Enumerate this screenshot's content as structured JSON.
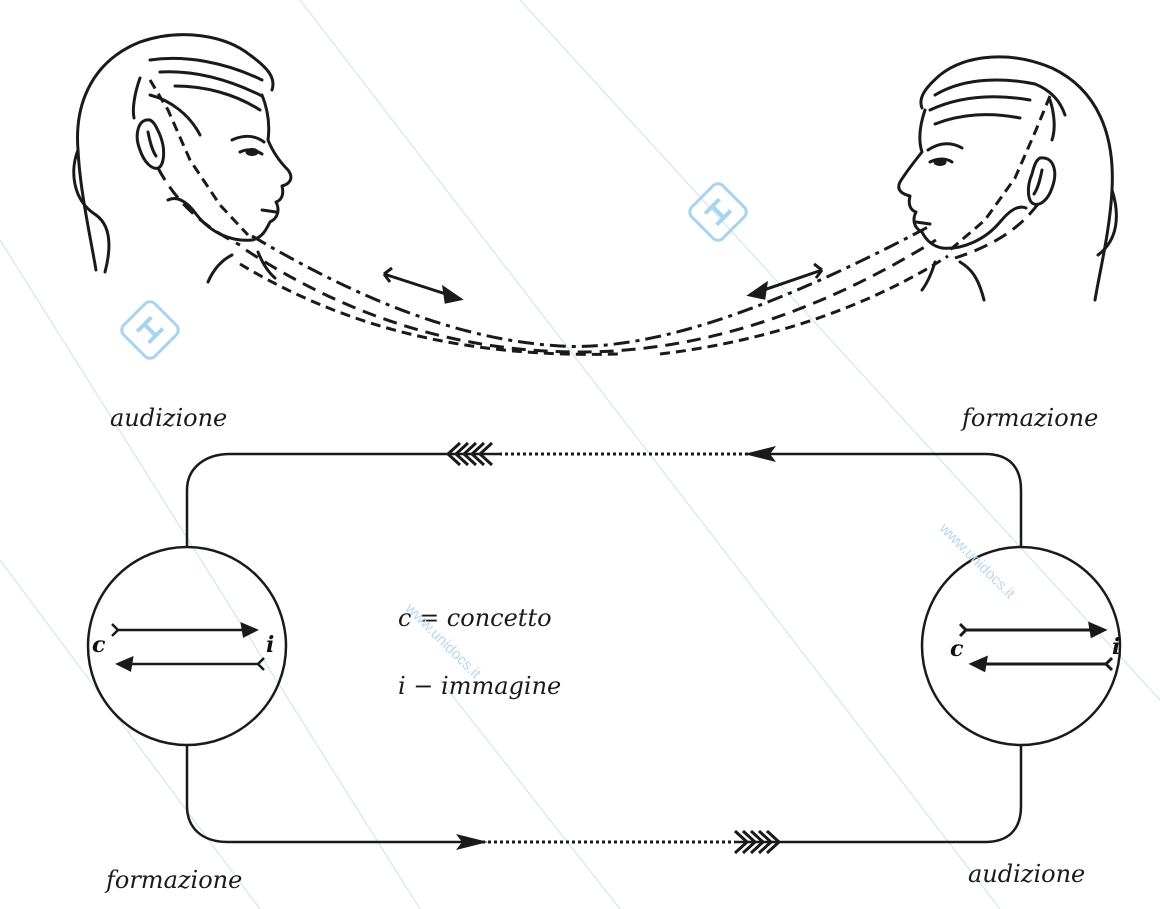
{
  "labels": {
    "top_left": "audizione",
    "top_right": "formazione",
    "bottom_left": "formazione",
    "bottom_right": "audizione"
  },
  "legend": {
    "c_line": "c = concetto",
    "i_line": "i − immagine"
  },
  "nodes": {
    "left": {
      "c": "c",
      "i": "i"
    },
    "right": {
      "c": "c",
      "i": "i"
    }
  },
  "watermark": {
    "text": "www.unidocs.it",
    "logo_color": "#a8d4ef"
  },
  "colors": {
    "ink": "#1a1a1a",
    "background": "#ffffff"
  }
}
